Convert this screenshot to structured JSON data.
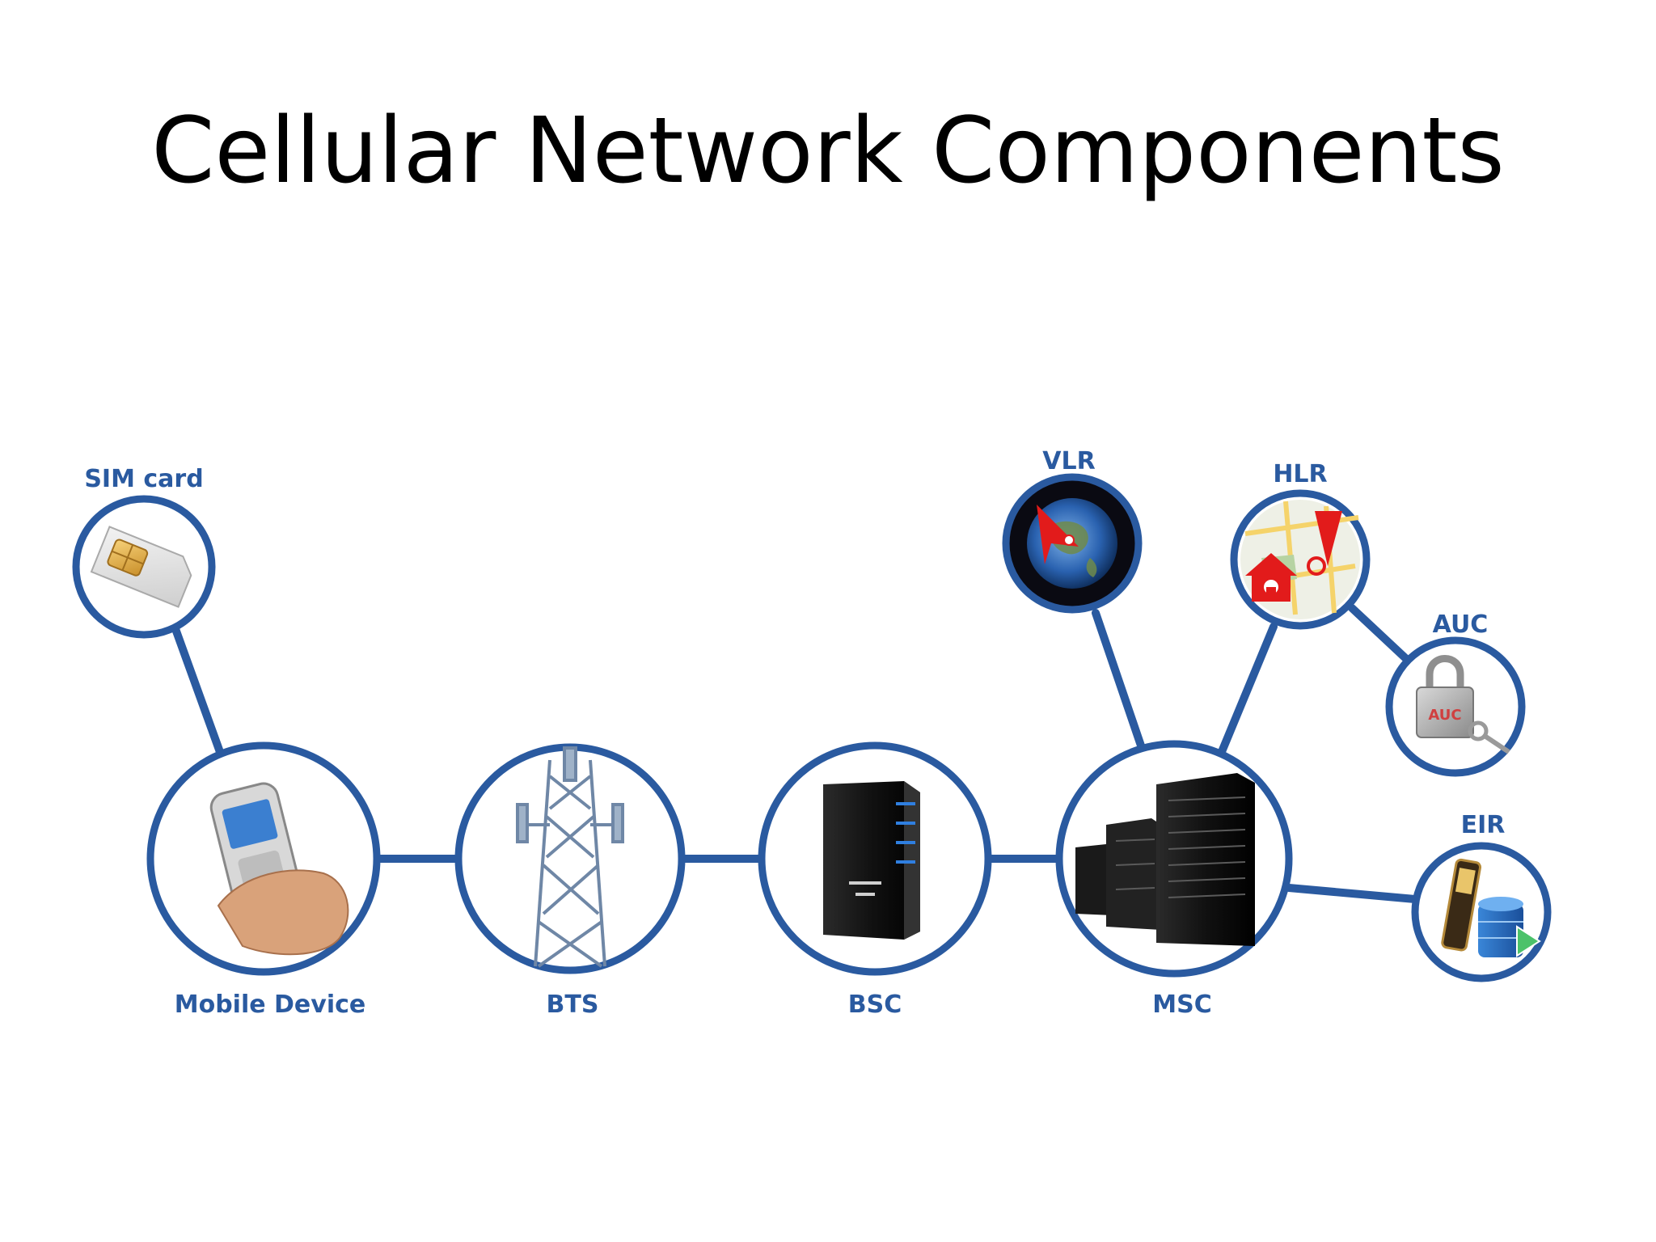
{
  "slide": {
    "title": "Cellular Network Components"
  },
  "colors": {
    "accent": "#2a5aa0",
    "link": "#2a5aa0"
  },
  "nodes": {
    "sim": {
      "label": "SIM card",
      "icon": "sim-card-icon"
    },
    "mobile": {
      "label": "Mobile Device",
      "icon": "mobile-phone-icon"
    },
    "bts": {
      "label": "BTS",
      "icon": "cell-tower-icon"
    },
    "bsc": {
      "label": "BSC",
      "icon": "server-icon"
    },
    "msc": {
      "label": "MSC",
      "icon": "server-rack-icon"
    },
    "vlr": {
      "label": "VLR",
      "icon": "globe-icon"
    },
    "hlr": {
      "label": "HLR",
      "icon": "map-pin-icon"
    },
    "auc": {
      "label": "AUC",
      "icon": "padlock-icon"
    },
    "eir": {
      "label": "EIR",
      "icon": "phone-database-icon"
    }
  }
}
